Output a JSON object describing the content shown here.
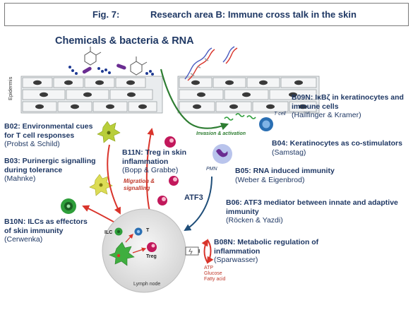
{
  "header": {
    "fig_label": "Fig. 7:",
    "title": "Research area B: Immune cross talk in the skin"
  },
  "subtitle": "Chemicals & bacteria & RNA",
  "projects": {
    "b02": {
      "head": "B02: Environmental cues for T cell responses",
      "authors": "(Probst & Schild)"
    },
    "b03": {
      "head": "B03: Purinergic signalling during tolerance",
      "authors": "(Mahnke)"
    },
    "b10n": {
      "head": "B10N: ILCs as effectors of skin immunity",
      "authors": "(Cerwenka)"
    },
    "b11n": {
      "head": "B11N: Treg in skin inflammation",
      "authors": "(Bopp & Grabbe)"
    },
    "b09n": {
      "head": "B09N: IκBζ in keratinocytes and immune cells",
      "authors": "(Hailfinger & Kramer)"
    },
    "b04": {
      "head": "B04: Keratinocytes as co-stimulators",
      "authors": "(Samstag)"
    },
    "b05": {
      "head": "B05: RNA induced immunity",
      "authors": "(Weber & Eigenbrod)"
    },
    "b06": {
      "head": "B06: ATF3 mediator between innate and adaptive immunity",
      "authors": "(Röcken & Yazdi)"
    },
    "b08n": {
      "head": "B08N: Metabolic regulation of inflammation",
      "authors": "(Sparwasser)"
    }
  },
  "labels": {
    "epidermis": "Epidermis",
    "invasion": "Invasion & activation",
    "t_cell": "T cell",
    "pmn": "PMN",
    "atf3": "ATF3",
    "migration": "Migration & signalling",
    "ilc": "ILC",
    "t": "T",
    "treg": "Treg",
    "lymph_node": "Lymph node",
    "metabolites": [
      "ATP",
      "Glucose",
      "Fatty acid"
    ]
  },
  "colors": {
    "title": "#1f3864",
    "green_arrow": "#2e7d32",
    "red_arrow": "#d9342b",
    "blue_arrow": "#1f4e79",
    "treg_magenta": "#c2185b"
  }
}
